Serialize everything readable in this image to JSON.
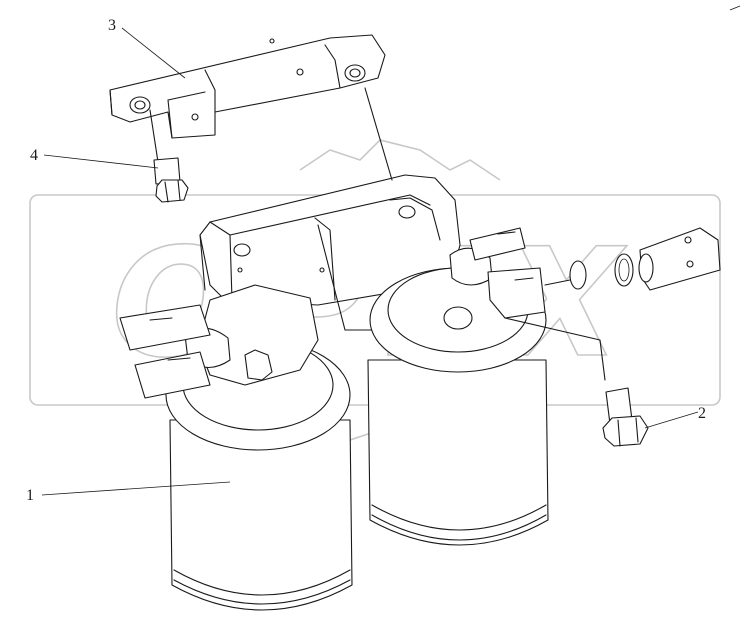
{
  "diagram": {
    "callouts": [
      {
        "id": "1",
        "label": "1"
      },
      {
        "id": "2",
        "label": "2"
      },
      {
        "id": "3",
        "label": "3"
      },
      {
        "id": "4",
        "label": "4"
      }
    ],
    "watermark": {
      "text": "OPEX"
    },
    "colors": {
      "line": "#1a1a1a",
      "watermark": "#c8c8c8",
      "background": "#ffffff"
    }
  }
}
